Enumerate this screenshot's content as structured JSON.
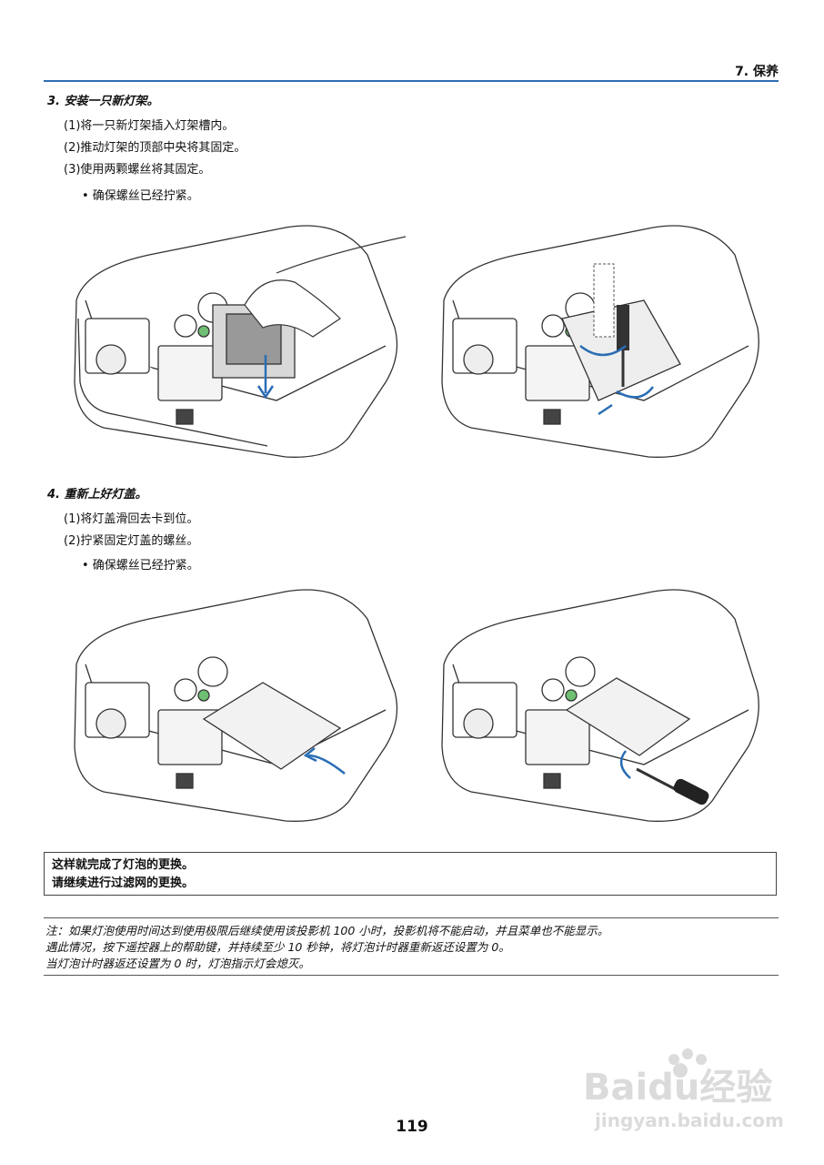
{
  "header": {
    "chapter": "7. 保养"
  },
  "step3": {
    "title": "3. 安装一只新灯架。",
    "items": [
      "(1)将一只新灯架插入灯架槽内。",
      "(2)推动灯架的顶部中央将其固定。",
      "(3)使用两颗螺丝将其固定。"
    ],
    "bullet": "• 确保螺丝已经拧紧。"
  },
  "step4": {
    "title": "4. 重新上好灯盖。",
    "items": [
      "(1)将灯盖滑回去卡到位。",
      "(2)拧紧固定灯盖的螺丝。"
    ],
    "bullet": "• 确保螺丝已经拧紧。"
  },
  "summary": {
    "line1": "这样就完成了灯泡的更换。",
    "line2": "请继续进行过滤网的更换。"
  },
  "notes": {
    "line1": "注：如果灯泡使用时间达到使用极限后继续使用该投影机 100 小时，投影机将不能启动，并且菜单也不能显示。",
    "line2": "遇此情况，按下遥控器上的帮助键，并持续至少 10 秒钟，将灯泡计时器重新返还设置为 0。",
    "line3": "当灯泡计时器返还设置为 0 时，灯泡指示灯会熄灭。"
  },
  "page_number": "119",
  "watermark": {
    "brand": "Baidu经验",
    "url": "jingyan.baidu.com"
  },
  "colors": {
    "accent": "#2c6fb3",
    "arrow": "#2a6db4"
  }
}
